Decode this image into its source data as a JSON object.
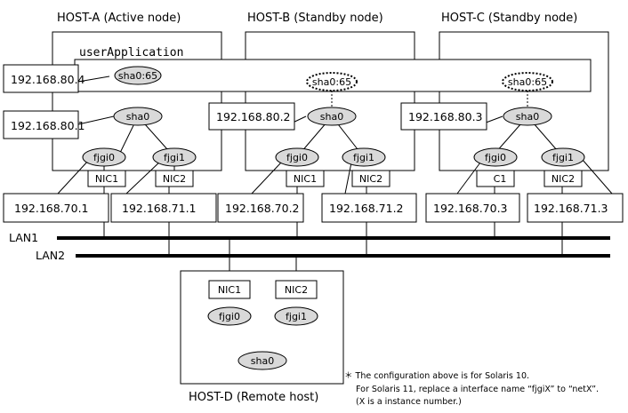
{
  "hosts": {
    "a": {
      "title": "HOST-A (Active node)"
    },
    "b": {
      "title": "HOST-B (Standby node)"
    },
    "c": {
      "title": "HOST-C (Standby node)"
    },
    "d": {
      "title": "HOST-D (Remote host)"
    }
  },
  "user_application": "userApplication",
  "interfaces": {
    "takeover": "sha0:65",
    "virtual": "sha0",
    "fjgi0": "fjgi0",
    "fjgi1": "fjgi1",
    "nic1": "NIC1",
    "nic2": "NIC2",
    "nic1_partial": "C1"
  },
  "ips": {
    "a_takeover": "192.168.80.4",
    "a_sha0": "192.168.80.1",
    "b_sha0": "192.168.80.2",
    "c_sha0": "192.168.80.3",
    "a_nic1": "192.168.70.1",
    "a_nic2": "192.168.71.1",
    "b_nic1": "192.168.70.2",
    "b_nic2": "192.168.71.2",
    "c_nic1": "192.168.70.3",
    "c_nic2": "192.168.71.3"
  },
  "lans": {
    "lan1": "LAN1",
    "lan2": "LAN2"
  },
  "note": {
    "line1": "＊ The configuration above is for Solaris 10.",
    "line2": "For Solaris 11, replace a interface name “fjgiX” to “netX”.",
    "line3": "(X is a instance number.)"
  }
}
